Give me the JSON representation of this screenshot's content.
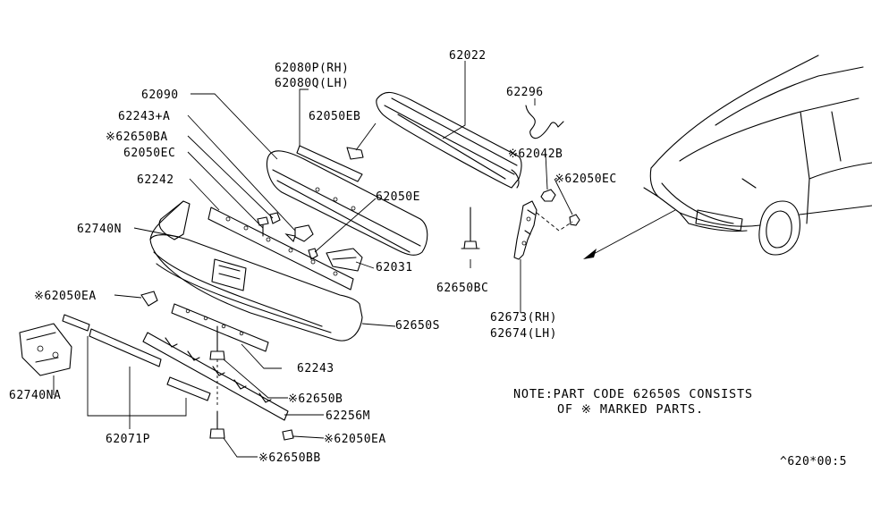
{
  "labels": {
    "p62022": "62022",
    "p62080p": "62080P(RH)",
    "p62080q": "62080Q(LH)",
    "p62296": "62296",
    "p62090": "62090",
    "p62243a": "62243+A",
    "p62650ba": "※62650BA",
    "p62050ec_l": "62050EC",
    "p62050eb": "62050EB",
    "p62042b": "※62042B",
    "p62050ec_r": "※62050EC",
    "p62242": "62242",
    "p62050e": "62050E",
    "p62740n": "62740N",
    "p62031": "62031",
    "p62650bc": "62650BC",
    "p62050ea_l": "※62050EA",
    "p62673": "62673(RH)",
    "p62674": "62674(LH)",
    "p62650s": "62650S",
    "p62243": "62243",
    "p62650b": "※62650B",
    "p62256m": "62256M",
    "p62740na": "62740NA",
    "p62050ea_r": "※62050EA",
    "p62071p": "62071P",
    "p62650bb": "※62650BB"
  },
  "note": {
    "line1": "NOTE:PART CODE 62650S CONSISTS",
    "line2": "OF ※ MARKED PARTS."
  },
  "diagram_code": "^620*00:5"
}
